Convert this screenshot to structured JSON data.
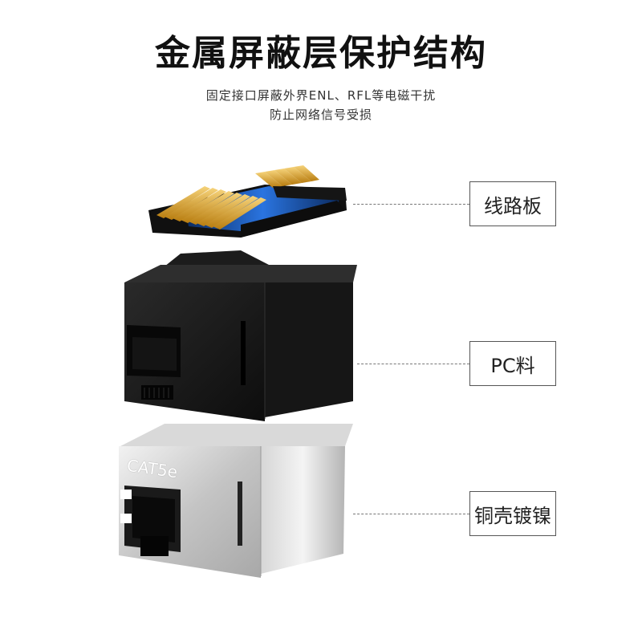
{
  "header": {
    "title": "金属屏蔽层保护结构",
    "subtitle_line1": "固定接口屏蔽外界ENL、RFL等电磁干扰",
    "subtitle_line2": "防止网络信号受损"
  },
  "labels": {
    "circuit_board": "线路板",
    "pc_material": "PC料",
    "copper_shell": "铜壳镀镍"
  },
  "product": {
    "shield_marking": "CAT5e"
  },
  "colors": {
    "board_blue": "#1d5fc8",
    "gold": "#e0a820",
    "black_body": "#1a1a1a",
    "metal": "#c8c8c8"
  }
}
